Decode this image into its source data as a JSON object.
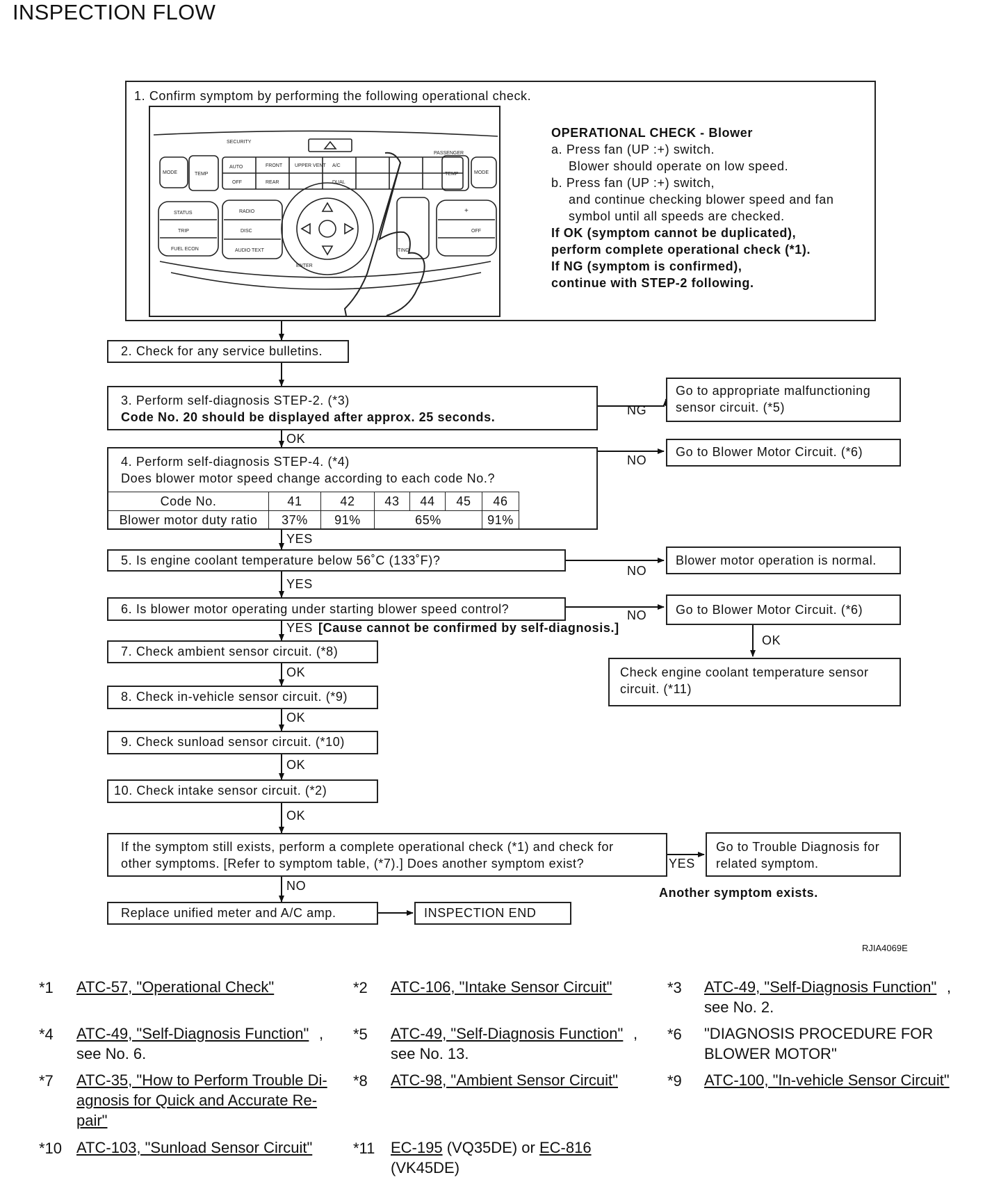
{
  "title": "INSPECTION FLOW",
  "step1": {
    "text": "1. Confirm symptom by performing the following operational check.",
    "panel_labels": {
      "security": "SECURITY",
      "mode": "MODE",
      "temp_l": "TEMP",
      "auto": "AUTO",
      "front": "FRONT",
      "upper_vent": "UPPER VENT",
      "ac": "A/C",
      "passenger": "PASSENGER",
      "temp_r": "TEMP",
      "mode_r": "MODE",
      "off": "OFF",
      "rear": "REAR",
      "dual": "DUAL",
      "status": "STATUS",
      "trip": "TRIP",
      "fuel_econ": "FUEL ECON",
      "radio": "RADIO",
      "disc": "DISC",
      "audio_text": "AUDIO TEXT",
      "plus": "+",
      "off_r": "OFF",
      "enter": "ENTER",
      "setting": "TING"
    },
    "check_title": "OPERATIONAL CHECK - Blower",
    "check_a1": "a. Press fan (UP :+) switch.",
    "check_a2": "Blower should operate on low speed.",
    "check_b1": "b. Press fan (UP :+) switch,",
    "check_b2": "and continue checking blower speed and fan",
    "check_b3": "symbol until all speeds are checked.",
    "ok1": "If OK (symptom cannot be duplicated),",
    "ok2": "perform complete operational check (*1).",
    "ng1": "If NG (symptom is confirmed),",
    "ng2": "continue with STEP-2 following."
  },
  "step2": "2. Check for any service bulletins.",
  "step3": {
    "line1": "3. Perform self-diagnosis STEP-2. (*3)",
    "line2": "Code No. 20 should be displayed after approx. 25 seconds."
  },
  "step3_ng": {
    "line1": "Go to appropriate malfunctioning",
    "line2": "sensor circuit. (*5)"
  },
  "step4": {
    "line1": "4. Perform self-diagnosis STEP-4. (*4)",
    "line2": "Does blower motor speed change according to each code No.?",
    "table": {
      "head_label": "Code No.",
      "codes": [
        "41",
        "42",
        "43",
        "44",
        "45",
        "46"
      ],
      "row_label": "Blower motor duty ratio",
      "ratios": [
        "37%",
        "91%",
        "65%",
        "91%"
      ]
    }
  },
  "step4_no": "Go to Blower Motor Circuit. (*6)",
  "step5": "5. Is engine coolant temperature below 56˚C (133˚F)?",
  "step5_no": "Blower motor operation is normal.",
  "step6": "6. Is blower motor operating under starting blower speed control?",
  "step6_no": "Go to Blower Motor Circuit. (*6)",
  "step6_yes": "[Cause cannot be confirmed by self-diagnosis.]",
  "ect_check": {
    "line1": "Check engine coolant temperature sensor",
    "line2": "circuit. (*11)"
  },
  "step7": "7. Check ambient sensor circuit. (*8)",
  "step8": "8. Check in-vehicle sensor circuit. (*9)",
  "step9": "9. Check sunload sensor circuit. (*10)",
  "step10": "10. Check intake sensor circuit. (*2)",
  "step11": {
    "line1": "If the symptom still exists, perform a complete operational check (*1) and check for",
    "line2": "other symptoms. [Refer to symptom table, (*7).] Does another symptom exist?"
  },
  "step11_yes": {
    "line1": "Go to Trouble Diagnosis for",
    "line2": "related symptom."
  },
  "another": "Another symptom exists.",
  "replace": "Replace unified meter and A/C amp.",
  "end": "INSPECTION END",
  "labels": {
    "ng": "NG",
    "no": "NO",
    "ok": "OK",
    "yes": "YES"
  },
  "fig_code": "RJIA4069E",
  "refs": [
    {
      "star": "*1",
      "link": "ATC-57, \"Operational Check\""
    },
    {
      "star": "*2",
      "link": "ATC-106, \"Intake Sensor Circuit\""
    },
    {
      "star": "*3",
      "link": "ATC-49, \"Self-Diagnosis Function\"",
      "tail": ",",
      "extra": "see No. 2."
    },
    {
      "star": "*4",
      "link": "ATC-49, \"Self-Diagnosis Function\"",
      "tail": ",",
      "extra": "see No. 6."
    },
    {
      "star": "*5",
      "link": "ATC-49, \"Self-Diagnosis Function\"",
      "tail": ",",
      "extra": "see No. 13."
    },
    {
      "star": "*6",
      "plain1": "\"DIAGNOSIS PROCEDURE FOR",
      "plain2": "BLOWER MOTOR\""
    },
    {
      "star": "*7",
      "link1": "ATC-35, \"How to Perform Trouble Di-",
      "link2": "agnosis for Quick and Accurate Re-",
      "link3": "pair\""
    },
    {
      "star": "*8",
      "link": "ATC-98, \"Ambient Sensor Circuit\""
    },
    {
      "star": "*9",
      "link": "ATC-100, \"In-vehicle Sensor Circuit\""
    },
    {
      "star": "*10",
      "link": "ATC-103, \"Sunload Sensor Circuit\""
    },
    {
      "star": "*11",
      "link_a": "EC-195",
      "mid": " (VQ35DE) or ",
      "link_b": "EC-816",
      "extra": "(VK45DE)"
    }
  ]
}
